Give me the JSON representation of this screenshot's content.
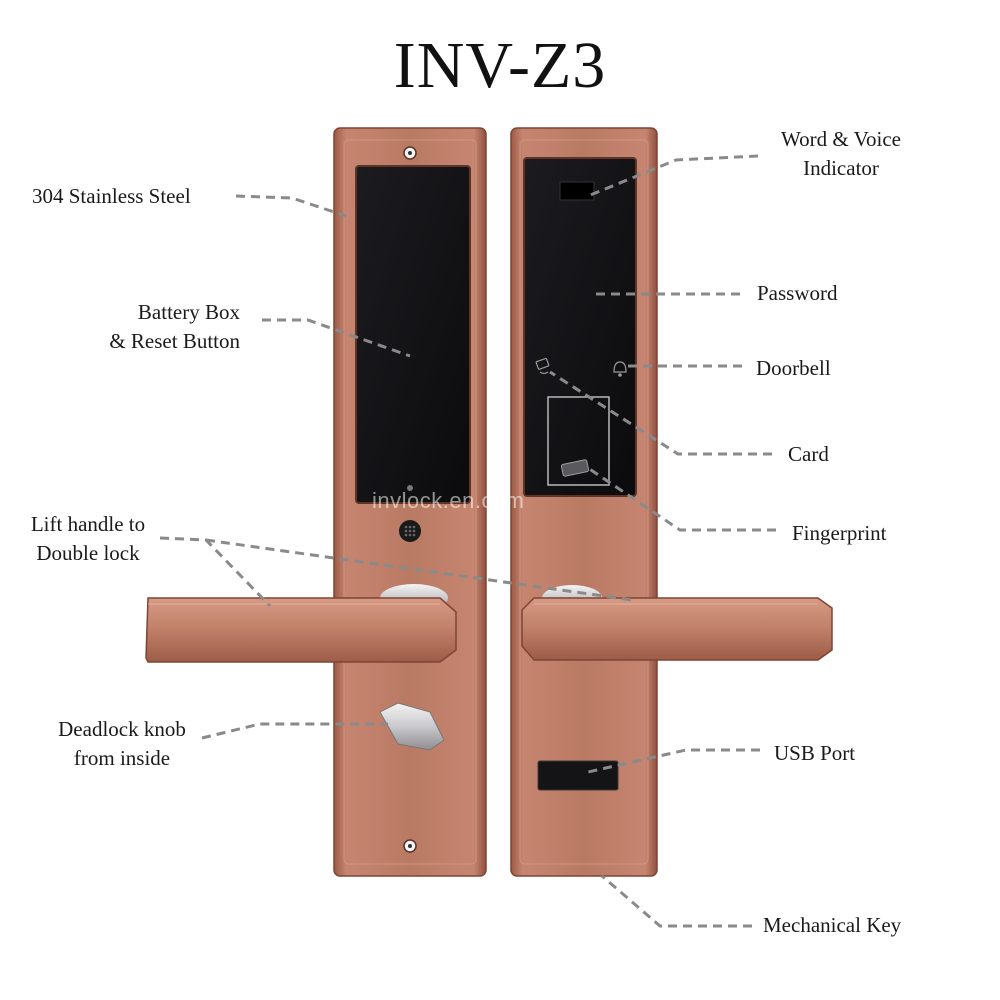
{
  "title": "INV-Z3",
  "watermark": "invlock.en.com",
  "labels": {
    "stainless": "304 Stainless Steel",
    "battery_line1": "Battery Box",
    "battery_line2": "& Reset Button",
    "lift_line1": "Lift handle to",
    "lift_line2": "Double lock",
    "deadlock_line1": "Deadlock knob",
    "deadlock_line2": "from inside",
    "word_voice_line1": "Word & Voice",
    "word_voice_line2": "Indicator",
    "password": "Password",
    "doorbell": "Doorbell",
    "card": "Card",
    "fingerprint": "Fingerprint",
    "usb": "USB Port",
    "mech_key": "Mechanical Key"
  },
  "colors": {
    "copper_light": "#c98a74",
    "copper_mid": "#b36f58",
    "copper_dark": "#8a4d3a",
    "panel_black": "#121214",
    "leader_gray": "#8a8a8a"
  }
}
